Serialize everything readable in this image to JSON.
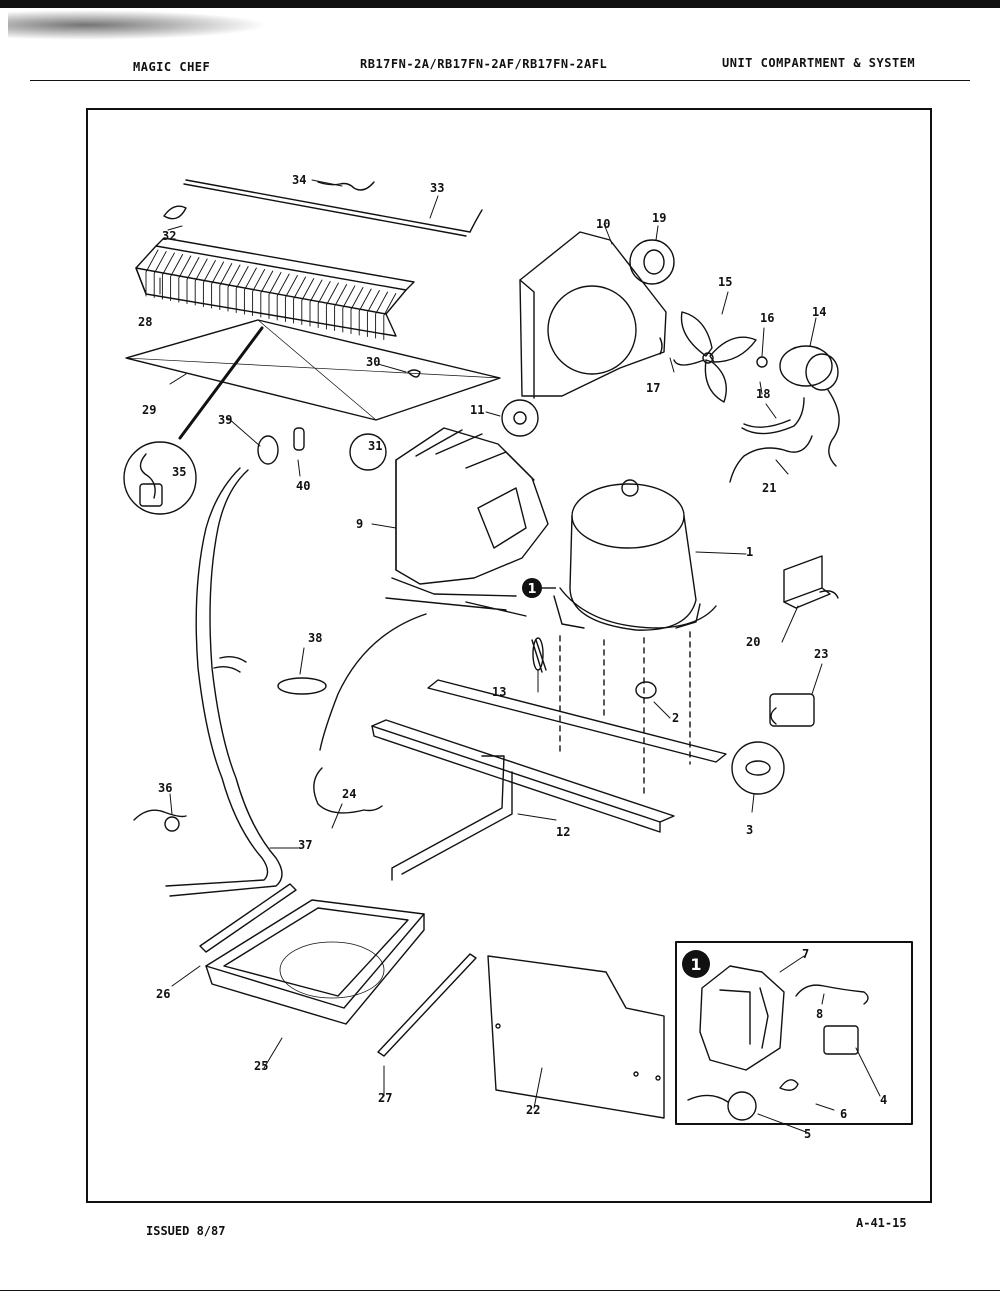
{
  "header": {
    "brand": "MAGIC CHEF",
    "models": "RB17FN-2A/RB17FN-2AF/RB17FN-2AFL",
    "section": "UNIT COMPARTMENT & SYSTEM"
  },
  "footer": {
    "issued": "ISSUED 8/87",
    "page_code": "A-41-15"
  },
  "parts": [
    {
      "id": "p1",
      "num": "1"
    },
    {
      "id": "p2",
      "num": "2"
    },
    {
      "id": "p3",
      "num": "3"
    },
    {
      "id": "p4",
      "num": "4"
    },
    {
      "id": "p5",
      "num": "5"
    },
    {
      "id": "p6",
      "num": "6"
    },
    {
      "id": "p7",
      "num": "7"
    },
    {
      "id": "p8",
      "num": "8"
    },
    {
      "id": "p9",
      "num": "9"
    },
    {
      "id": "p10",
      "num": "10"
    },
    {
      "id": "p11",
      "num": "11"
    },
    {
      "id": "p12",
      "num": "12"
    },
    {
      "id": "p13",
      "num": "13"
    },
    {
      "id": "p14",
      "num": "14"
    },
    {
      "id": "p15",
      "num": "15"
    },
    {
      "id": "p16",
      "num": "16"
    },
    {
      "id": "p17",
      "num": "17"
    },
    {
      "id": "p18",
      "num": "18"
    },
    {
      "id": "p19",
      "num": "19"
    },
    {
      "id": "p20",
      "num": "20"
    },
    {
      "id": "p21",
      "num": "21"
    },
    {
      "id": "p22",
      "num": "22"
    },
    {
      "id": "p23",
      "num": "23"
    },
    {
      "id": "p24",
      "num": "24"
    },
    {
      "id": "p25",
      "num": "25"
    },
    {
      "id": "p26",
      "num": "26"
    },
    {
      "id": "p27",
      "num": "27"
    },
    {
      "id": "p28",
      "num": "28"
    },
    {
      "id": "p29",
      "num": "29"
    },
    {
      "id": "p30",
      "num": "30"
    },
    {
      "id": "p31",
      "num": "31"
    },
    {
      "id": "p32",
      "num": "32"
    },
    {
      "id": "p33",
      "num": "33"
    },
    {
      "id": "p34",
      "num": "34"
    },
    {
      "id": "p35",
      "num": "35"
    },
    {
      "id": "p36",
      "num": "36"
    },
    {
      "id": "p37",
      "num": "37"
    },
    {
      "id": "p38",
      "num": "38"
    },
    {
      "id": "p39",
      "num": "39"
    },
    {
      "id": "p40",
      "num": "40"
    }
  ],
  "callout_marker": "1"
}
